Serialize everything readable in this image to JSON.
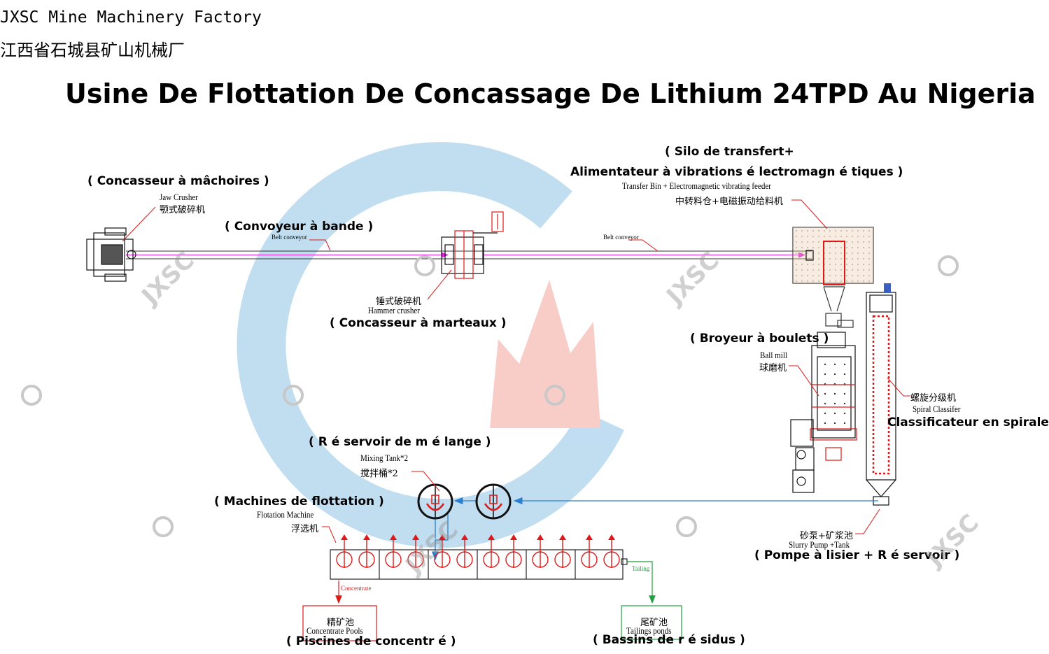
{
  "header": {
    "company_en": "JXSC Mine Machinery Factory",
    "company_cn": "江西省石城县矿山机械厂",
    "title": "Usine De Flottation De Concassage De Lithium 24TPD Au Nigeria"
  },
  "watermark": "JXSC",
  "equipment": {
    "jaw_crusher": {
      "fr": "( Concasseur  à  mâchoires )",
      "en": "Jaw Crusher",
      "zh": "颚式破碎机"
    },
    "belt_conveyor_1": {
      "fr": "( Convoyeur  à  bande )",
      "en": "Belt conveyor"
    },
    "hammer_crusher": {
      "fr": "( Concasseur  à  marteaux )",
      "en": "Hammer crusher",
      "zh": "锤式破碎机"
    },
    "belt_conveyor_2": {
      "en": "Belt conveyor"
    },
    "silo": {
      "fr_line1": "( Silo de transfert+",
      "fr_line2": "Alimentateur  à  vibrations  é lectromagn é tiques )",
      "en": "Transfer Bin + Electromagnetic vibrating feeder",
      "zh": "中转料仓+电磁振动给料机"
    },
    "ball_mill": {
      "fr": "( Broyeur  à  boulets )",
      "en": "Ball mill",
      "zh": "球磨机"
    },
    "spiral_classifier": {
      "fr": "Classificateur en spirale",
      "en": "Spiral Classifer",
      "zh": "螺旋分级机"
    },
    "slurry_pump": {
      "fr": "( Pompe  à  lisier + R é servoir )",
      "en": "Slurry Pump +Tank",
      "zh": "砂泵+矿浆池"
    },
    "mixing_tank": {
      "fr": "( R é servoir de m é lange )",
      "en": "Mixing Tank*2",
      "zh": "搅拌桶*2"
    },
    "flotation": {
      "fr": "( Machines de flottation )",
      "en": "Flotation Machine",
      "zh": "浮选机"
    },
    "concentrate_pool": {
      "fr": "( Piscines de concentr é  )",
      "en": "Concentrate Pools",
      "zh": "精矿池",
      "flow_label": "Concentrate"
    },
    "tailings_pond": {
      "fr": "( Bassins de r é sidus )",
      "en": "Tailings ponds",
      "zh": "尾矿池",
      "flow_label": "Tailing"
    }
  },
  "colors": {
    "logo_blue": "#8ec3e6",
    "logo_red": "#f4a59a",
    "flow_magenta": "#e020e0",
    "flow_blue": "#2c7fd0",
    "flow_green": "#20a040",
    "pipe_red": "#e01818"
  }
}
